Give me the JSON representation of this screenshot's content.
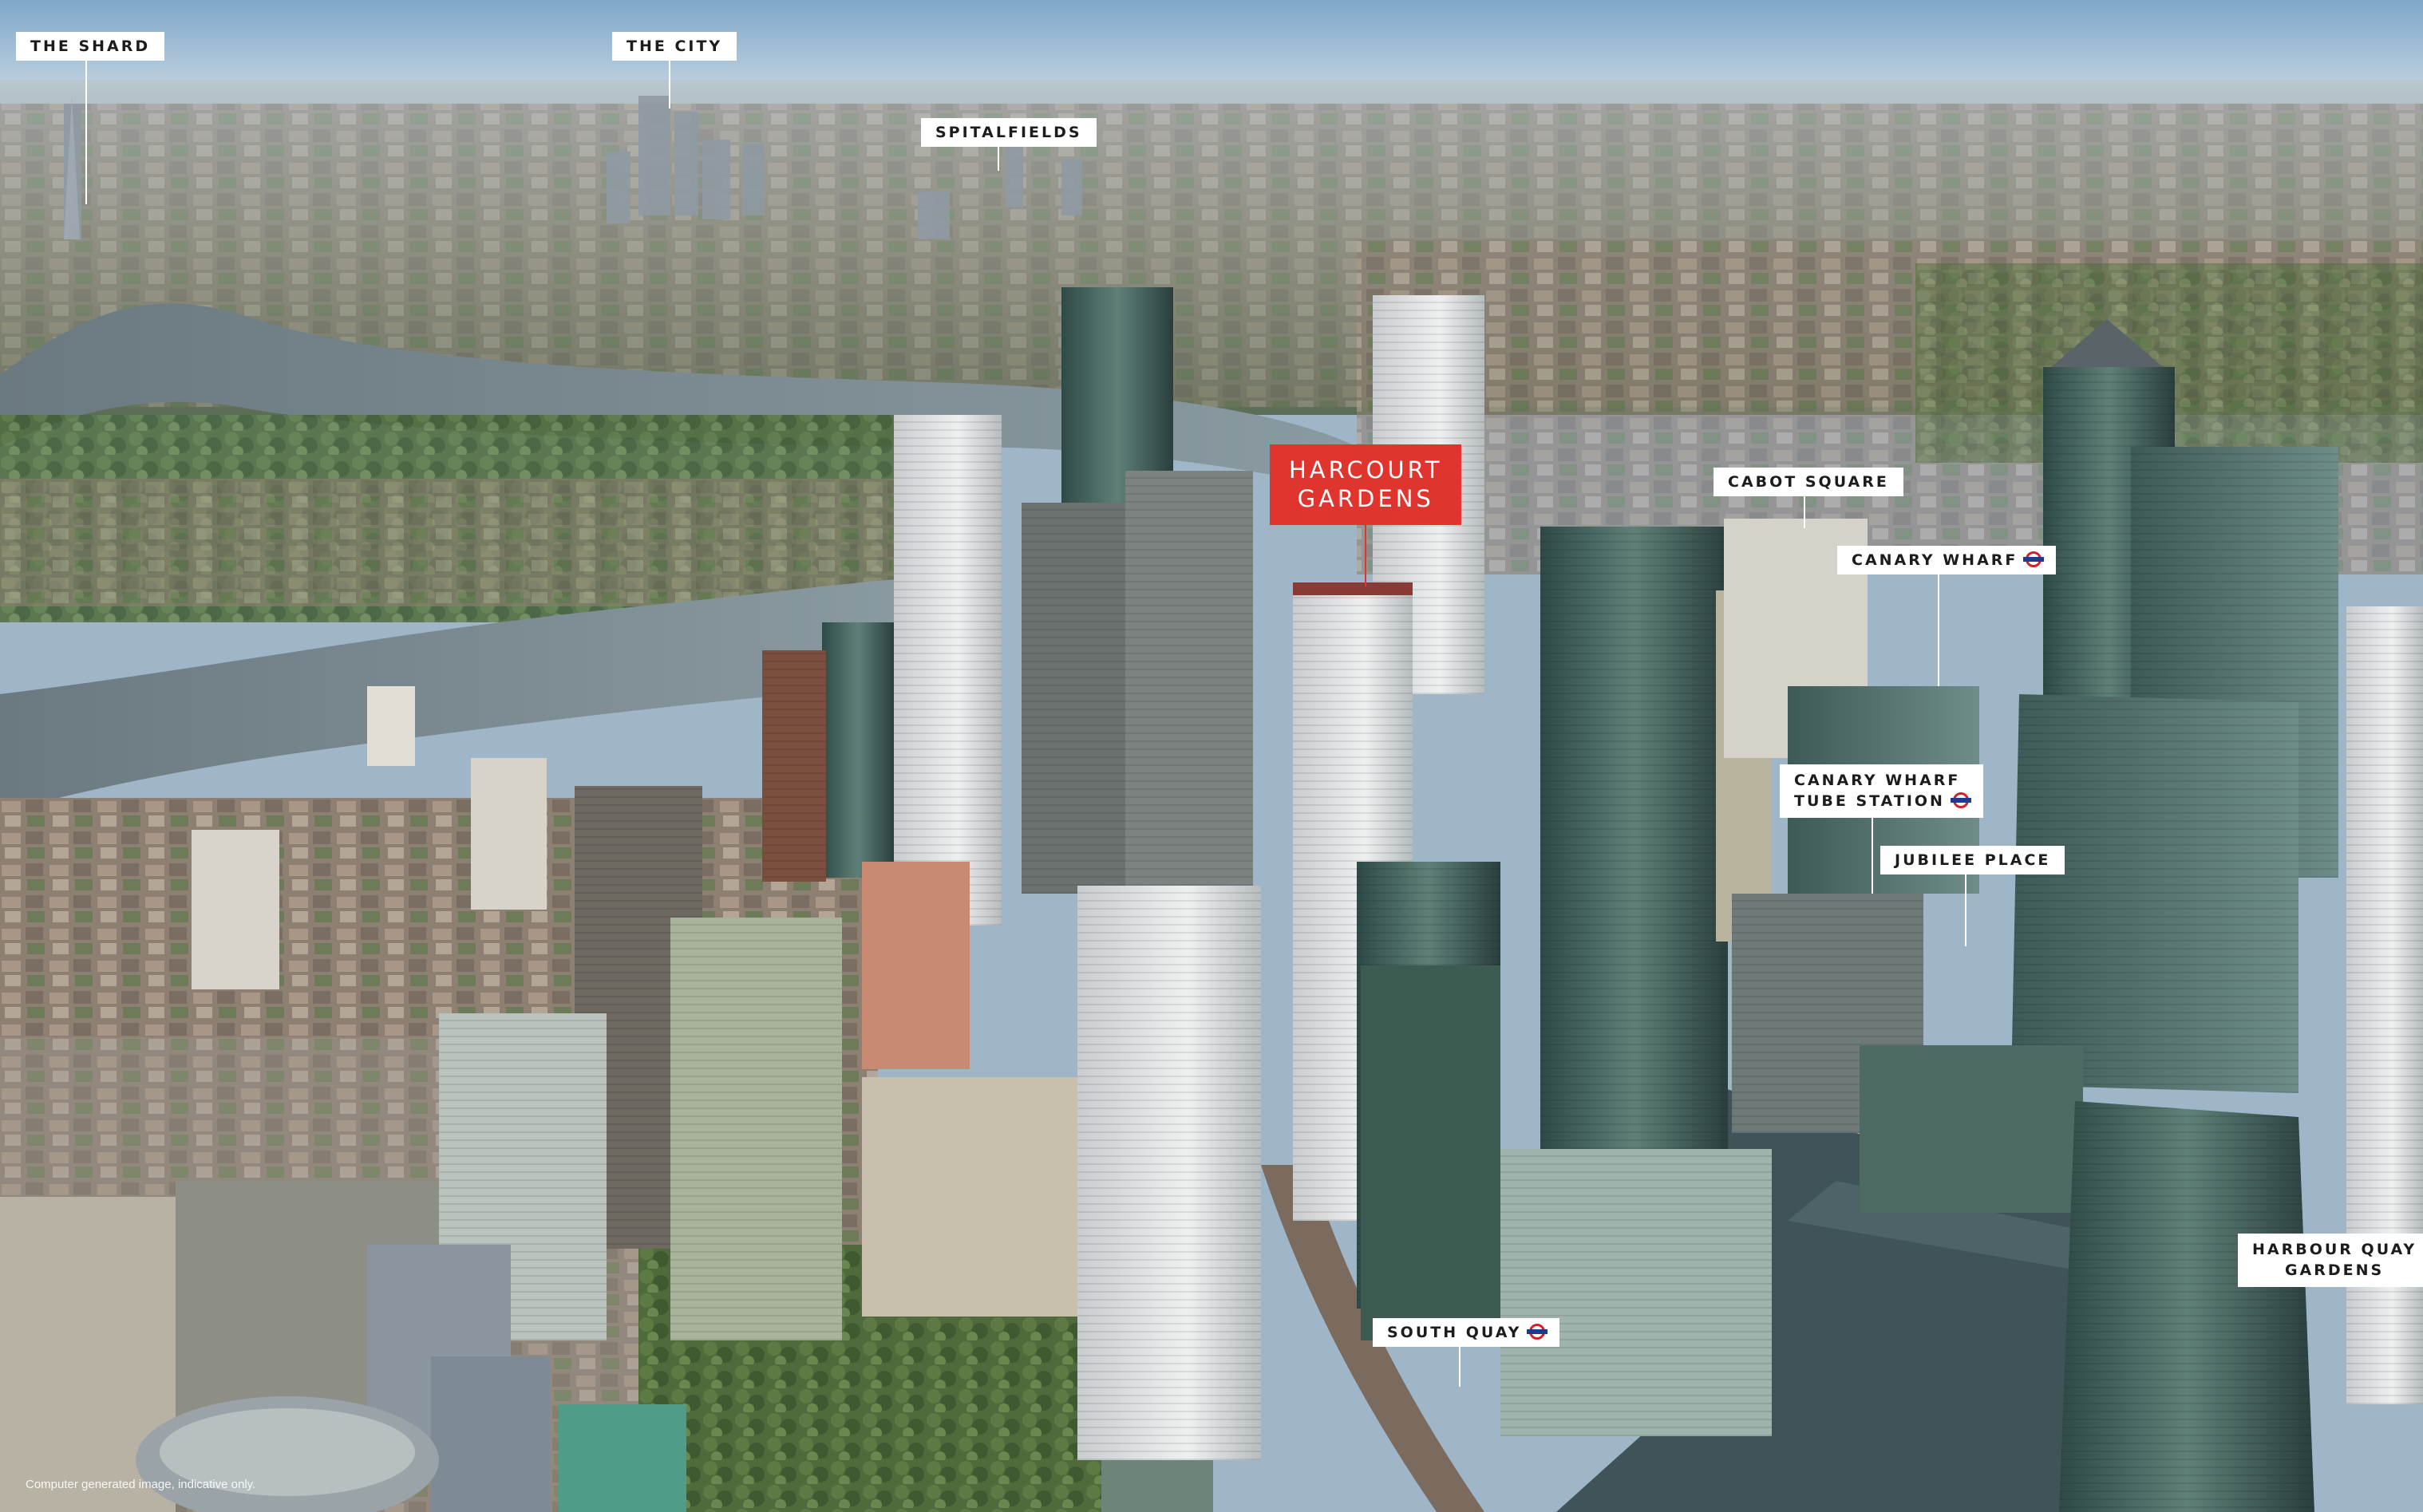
{
  "labels": {
    "the_shard": "THE SHARD",
    "the_city": "THE CITY",
    "spitalfields": "SPITALFIELDS",
    "cabot_square": "CABOT SQUARE",
    "canary_wharf": "CANARY WHARF",
    "canary_wharf_tube_line1": "CANARY WHARF",
    "canary_wharf_tube_line2": "TUBE STATION",
    "jubilee_place": "JUBILEE PLACE",
    "south_quay": "SOUTH QUAY",
    "harbour_quay_line1": "HARBOUR QUAY",
    "harbour_quay_line2": "GARDENS"
  },
  "hero": {
    "line1": "HARCOURT",
    "line2": "GARDENS"
  },
  "disclaimer": "Computer generated image, indicative only.",
  "colors": {
    "hero_background": "#e0342e",
    "label_background": "#ffffff",
    "tube_red": "#d3202b",
    "tube_blue": "#1d3b8f"
  },
  "icons": {
    "tube": "london-underground-roundel-icon"
  }
}
